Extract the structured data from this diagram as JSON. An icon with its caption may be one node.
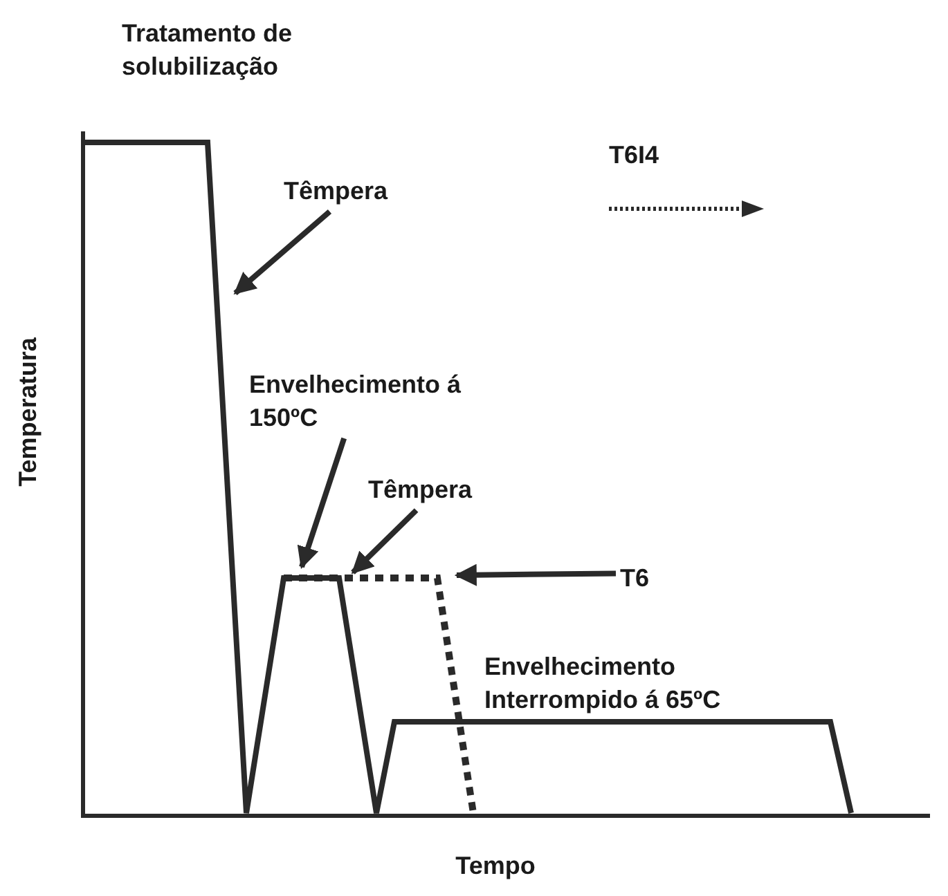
{
  "diagram": {
    "nodes": [
      {
        "text": [
          "Têmpera"
        ]
      },
      {
        "text": [
          "Envelhecimento á 150ºC"
        ]
      },
      {
        "text": [
          "Têmpera"
        ]
      },
      {
        "text": [
          "T6"
        ]
      }
    ],
    "edges": [
      {
        "from": 0,
        "to": null,
        "arrow": "to"
      },
      {
        "from": 1,
        "to": null,
        "arrow": "to"
      },
      {
        "from": 2,
        "to": null,
        "arrow": "to"
      },
      {
        "from": 3,
        "to": null,
        "arrow": "to"
      }
    ],
    "labels": [
      "Tratamento de solubilização",
      "Envelhecimento Interrompido á 65ºC",
      "Temperatura",
      "Tempo"
    ],
    "legend": [
      {
        "text": "T6I4"
      }
    ]
  }
}
